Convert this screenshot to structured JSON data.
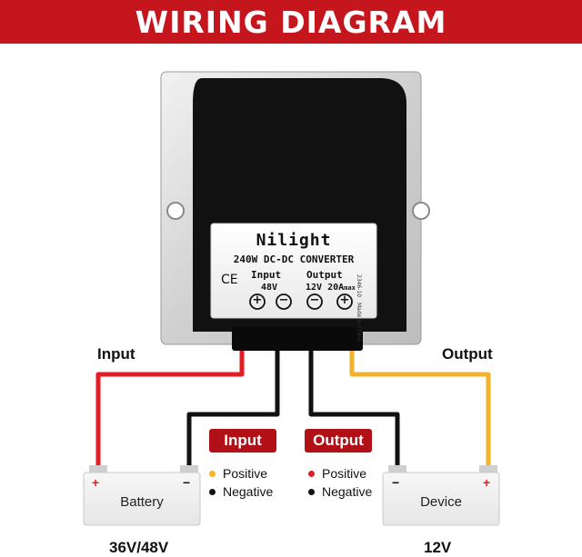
{
  "header": {
    "title": "WIRING DIAGRAM"
  },
  "converter": {
    "brand": "Nilight",
    "model": "240W DC-DC CONVERTER",
    "input_label": "Input",
    "input_voltage": "48V",
    "output_label": "Output",
    "output_voltage": "12V 20A",
    "output_max": "max",
    "side_code": "2346-10",
    "side_note": "Made in China",
    "ce_mark": "CE",
    "plus_symbol": "+",
    "minus_symbol": "−"
  },
  "wires": {
    "input_label": "Input",
    "output_label": "Output"
  },
  "legend": {
    "input": {
      "title": "Input",
      "positive": "Positive",
      "negative": "Negative"
    },
    "output": {
      "title": "Output",
      "positive": "Positive",
      "negative": "Negative"
    }
  },
  "battery": {
    "label": "Battery",
    "plus": "+",
    "minus": "−",
    "voltage": "36V/48V"
  },
  "device": {
    "label": "Device",
    "plus": "+",
    "minus": "−",
    "voltage": "12V"
  },
  "colors": {
    "banner": "#c4161c",
    "pill": "#b11116",
    "red_wire": "#e41d24",
    "yellow_wire": "#f2b22b",
    "black_wire": "#111111",
    "input_positive_dot": "#f2b22b",
    "output_positive_dot": "#e41d24"
  }
}
